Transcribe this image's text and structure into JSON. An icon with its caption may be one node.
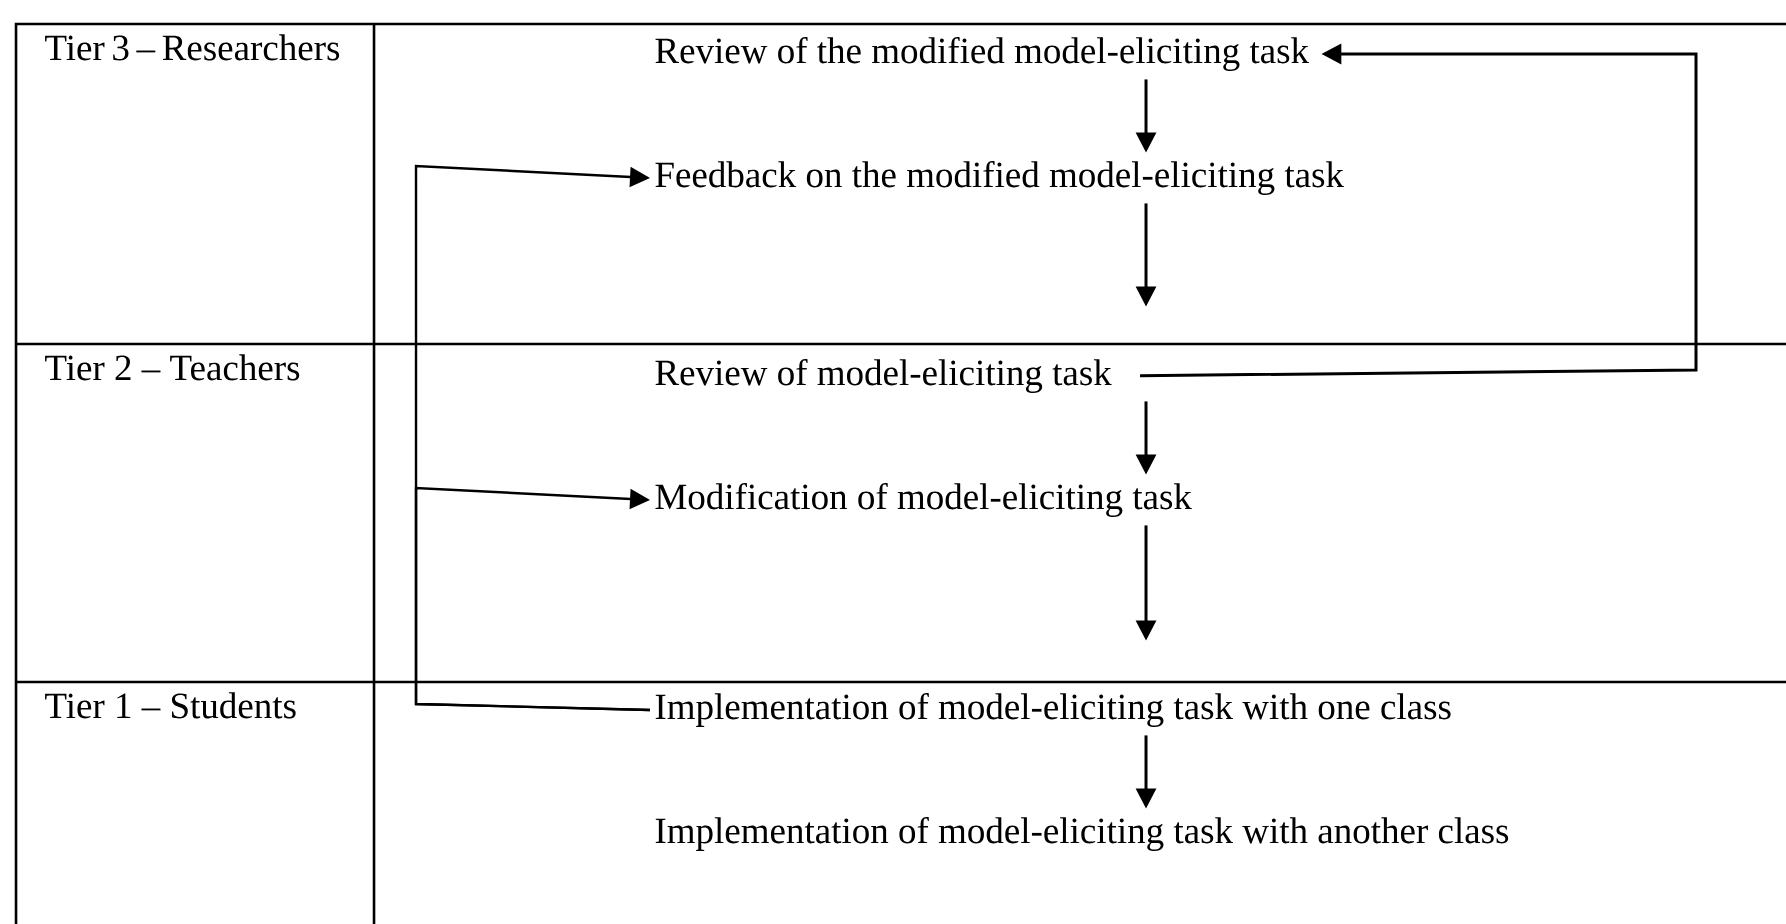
{
  "diagram": {
    "nodes": [
      {
        "text": [
          "Review of the modified model-eliciting task"
        ]
      },
      {
        "text": [
          "Feedback on the modified model-eliciting task"
        ]
      },
      {
        "text": [
          "Review of model-eliciting task"
        ]
      },
      {
        "text": [
          "Modification of model-eliciting task"
        ]
      },
      {
        "text": [
          "Implementation of model-eliciting task with one class"
        ]
      },
      {
        "text": [
          "Implementation of model-eliciting task with another class"
        ]
      }
    ],
    "edges": [
      {
        "from": 0,
        "to": 1,
        "arrow": "to"
      },
      {
        "from": 1,
        "to": 2,
        "arrow": "to"
      },
      {
        "from": 2,
        "to": 3,
        "arrow": "to"
      },
      {
        "from": 3,
        "to": 4,
        "arrow": "to"
      },
      {
        "from": 4,
        "to": 5,
        "arrow": "to"
      },
      {
        "from": 2,
        "to": 0,
        "arrow": "to"
      },
      {
        "from": 4,
        "to": 1,
        "arrow": "to"
      },
      {
        "from": 4,
        "to": 3,
        "arrow": "to"
      }
    ],
    "labels": [
      "Tier 3 – Researchers",
      "Tier 2 – Teachers",
      "Tier 1 – Students"
    ]
  }
}
